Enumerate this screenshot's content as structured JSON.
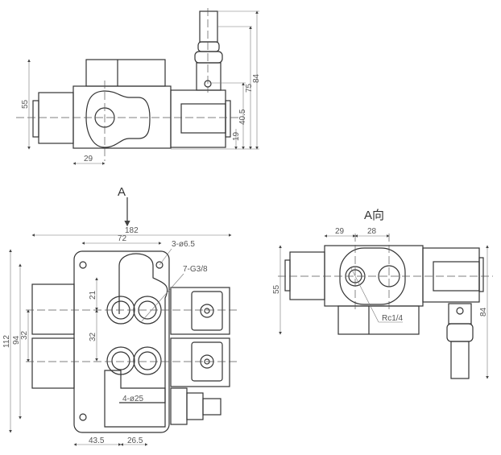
{
  "top_view": {
    "dims": {
      "height_body": "55",
      "port_offset": "29",
      "d19": "19",
      "d40_5": "40.5",
      "d75": "75",
      "d84": "84"
    }
  },
  "front_view": {
    "arrow_label": "A",
    "dims": {
      "width_total": "182",
      "width_plate": "72",
      "holes": "3-ø6.5",
      "ports": "7-G3/8",
      "height_total": "112",
      "height_holes": "94",
      "spool_pitch": "32",
      "port_top": "21",
      "port_pitch": "32",
      "bottom_left": "43.5",
      "bottom_mid": "26.5",
      "bosses": "4-ø25"
    }
  },
  "side_view": {
    "title": "A向",
    "dims": {
      "left": "29",
      "right": "28",
      "height_body": "55",
      "height_total": "84",
      "thread": "Rc1/4"
    }
  }
}
